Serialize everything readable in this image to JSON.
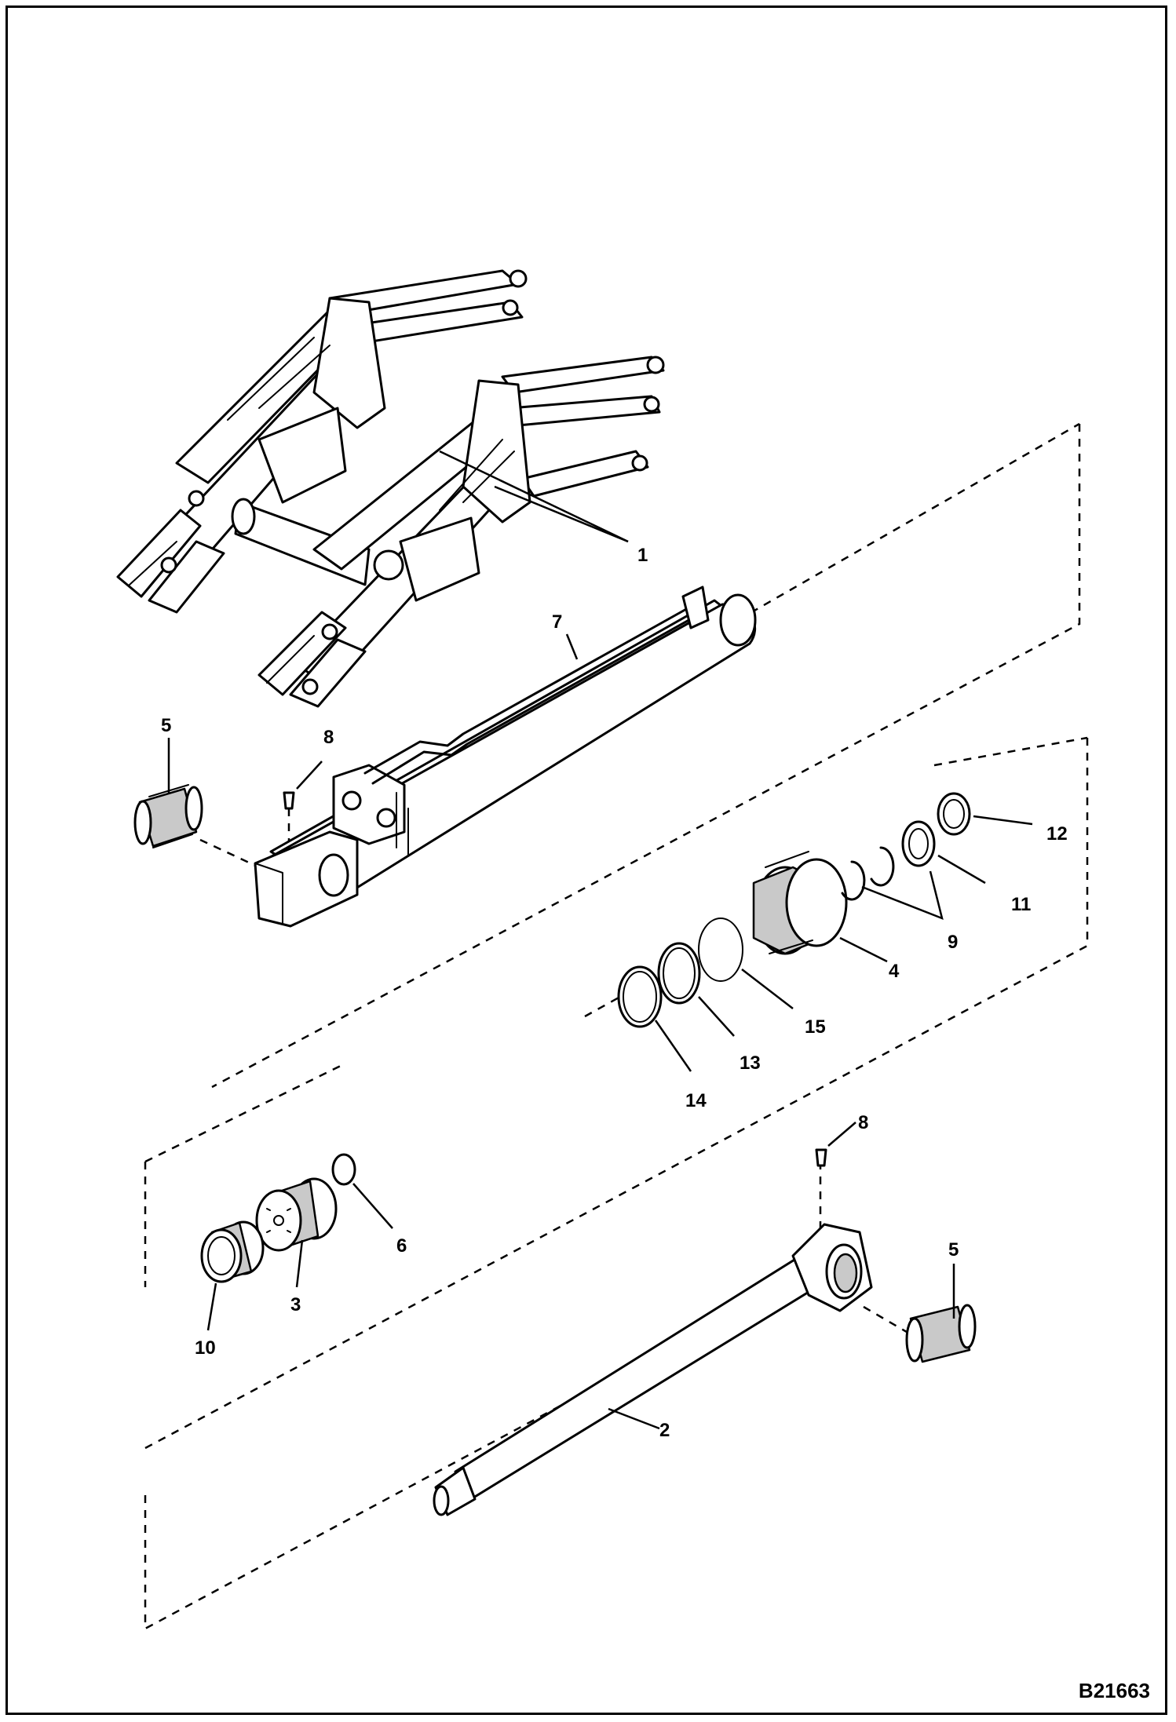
{
  "drawing_ref": "B21663",
  "callouts": {
    "c1": "1",
    "c2": "2",
    "c3": "3",
    "c4": "4",
    "c5a": "5",
    "c5b": "5",
    "c6": "6",
    "c7": "7",
    "c8a": "8",
    "c8b": "8",
    "c9": "9",
    "c10": "10",
    "c11": "11",
    "c12": "12",
    "c13": "13",
    "c14": "14",
    "c15": "15"
  }
}
